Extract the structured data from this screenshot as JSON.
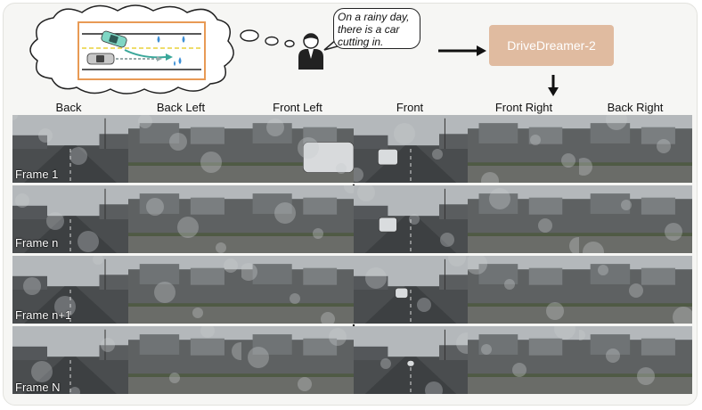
{
  "model_name": "DriveDreamer-2",
  "prompt_lines": [
    "On a rainy day,",
    "there is a car",
    "cutting in."
  ],
  "views": [
    "Back",
    "Back Left",
    "Front Left",
    "Front",
    "Front Right",
    "Back Right"
  ],
  "frames": [
    "Frame 1",
    "Frame n",
    "Frame n+1",
    "Frame N"
  ],
  "colors": {
    "model_box": "#e0bba0",
    "road_border": "#e89a55",
    "lane_yellow": "#e8d23a",
    "rain_drop": "#3d8fd6",
    "ego_car": "#7fd6c4"
  },
  "icons": [
    "thought-cloud-icon",
    "person-icon",
    "arrow-right-icon",
    "arrow-down-icon"
  ]
}
